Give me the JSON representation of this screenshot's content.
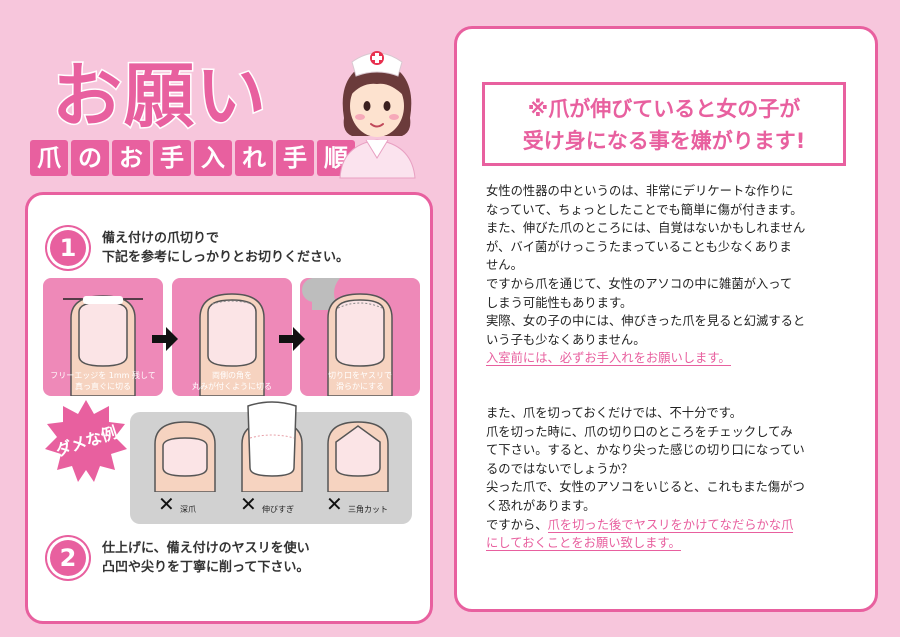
{
  "header": {
    "title": "お願い",
    "subtitle_chars": [
      "爪",
      "の",
      "お",
      "手",
      "入",
      "れ",
      "手",
      "順"
    ]
  },
  "steps": {
    "step1": {
      "number": "1",
      "line1": "備え付けの爪切りで",
      "line2": "下記を参考にしっかりとお切りください。"
    },
    "step2": {
      "number": "2",
      "line1": "仕上げに、備え付けのヤスリを使い",
      "line2": "凸凹や尖りを丁寧に削って下さい。"
    }
  },
  "good_examples": [
    {
      "caption1": "フリーエッジを 1mm 残して",
      "caption2": "真っ直ぐに切る"
    },
    {
      "caption1": "両側の角を",
      "caption2": "丸みが付くように切る"
    },
    {
      "caption1": "切り口をヤスリで",
      "caption2": "滑らかにする"
    }
  ],
  "bad_examples": {
    "badge": "ダメな例",
    "items": [
      {
        "label": "深爪"
      },
      {
        "label": "伸びすぎ"
      },
      {
        "label": "三角カット"
      }
    ]
  },
  "right": {
    "headline1": "※爪が伸びていると女の子が",
    "headline2": "受け身になる事を嫌がります!",
    "para1": [
      "女性の性器の中というのは、非常にデリケートな作りに",
      "なっていて、ちょっとしたことでも簡単に傷が付きます。",
      "また、伸びた爪のところには、自覚はないかもしれません",
      "が、バイ菌がけっこうたまっていることも少なくありま",
      "せん。",
      "ですから爪を通じて、女性のアソコの中に雑菌が入って",
      "しまう可能性もあります。",
      "実際、女の子の中には、伸びきった爪を見ると幻滅すると",
      "いう子も少なくありません。"
    ],
    "para1_highlight": "入室前には、必ずお手入れをお願いします。",
    "para2": [
      "また、爪を切っておくだけでは、不十分です。",
      "爪を切った時に、爪の切り口のところをチェックしてみ",
      "て下さい。すると、かなり尖った感じの切り口になってい",
      "るのではないでしょうか？",
      "尖った爪で、女性のアソコをいじると、これもまた傷がつ",
      "く恐れがあります。"
    ],
    "para2_prefix": "ですから、",
    "para2_highlight1": "爪を切った後でヤスリをかけてなだらかな爪",
    "para2_highlight2": "にしておくことをお願い致します。"
  },
  "colors": {
    "accent": "#e8609f",
    "background": "#f7c6dc",
    "grey": "#d1d1d1"
  }
}
